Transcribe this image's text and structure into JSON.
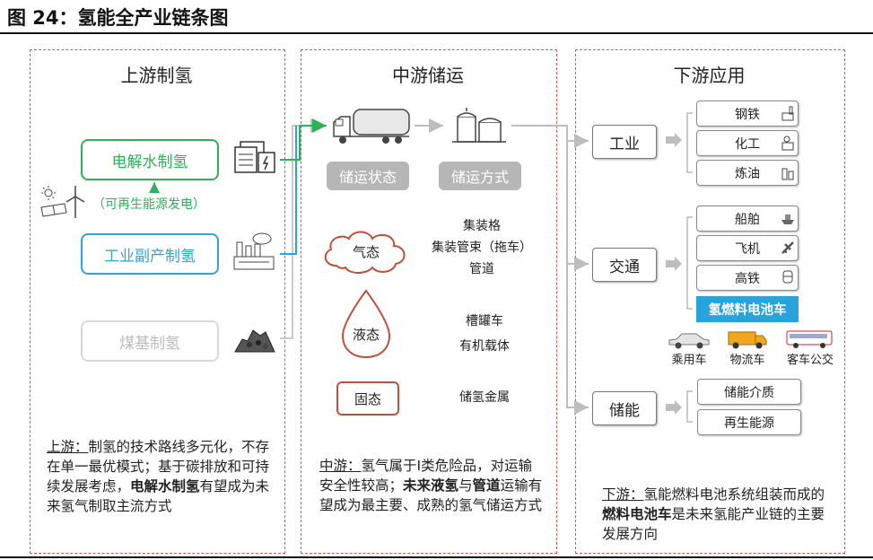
{
  "figure_title": "图 24：氢能全产业链条图",
  "upstream": {
    "title": "上游制氢",
    "electrolysis": "电解水制氢",
    "renewable_note": "（可再生能源发电）",
    "industrial": "工业副产制氢",
    "coal": "煤基制氢",
    "note_label": "上游：",
    "note_1": "制氢的技术路线多元化，不存在单一最优模式；基于碳排放和可持续发展考虑，",
    "note_bold": "电解水制氢",
    "note_2": "有望成为未来氢气制取主流方式"
  },
  "midstream": {
    "title": "中游储运",
    "state_tag": "储运状态",
    "mode_tag": "储运方式",
    "gas": "气态",
    "gas_methods": [
      "集装格",
      "集装管束（拖车）",
      "管道"
    ],
    "liquid": "液态",
    "liquid_methods": [
      "槽罐车",
      "有机载体"
    ],
    "solid": "固态",
    "solid_methods": [
      "储氢金属"
    ],
    "note_label": "中游：",
    "note_1": "氢气属于I类危险品，对运输安全性较高；",
    "note_bold_1": "未来液氢",
    "note_mid": "与",
    "note_bold_2": "管道",
    "note_2": "运输有望成为最主要、成熟的氢气储运方式"
  },
  "downstream": {
    "title": "下游应用",
    "industry": "工业",
    "industry_items": [
      "钢铁",
      "化工",
      "炼油"
    ],
    "transport": "交通",
    "transport_items": [
      "船舶",
      "飞机",
      "高铁"
    ],
    "fuel_cell_car": "氢燃料电池车",
    "vehicles": [
      "乘用车",
      "物流车",
      "客车公交"
    ],
    "storage": "储能",
    "storage_items": [
      "储能介质",
      "再生能源"
    ],
    "note_label": "下游：",
    "note_1": "氢能燃料电池系统组装而成的",
    "note_bold": "燃料电池车",
    "note_2": "是未来氢能产业链的主要发展方向"
  },
  "colors": {
    "panel_border": "#d05a48",
    "green": "#2fb05a",
    "blue": "#2aa6d8",
    "grey": "#b6b6b6",
    "red_shape": "#c0503a",
    "highlight_blue": "#29a3dc"
  }
}
